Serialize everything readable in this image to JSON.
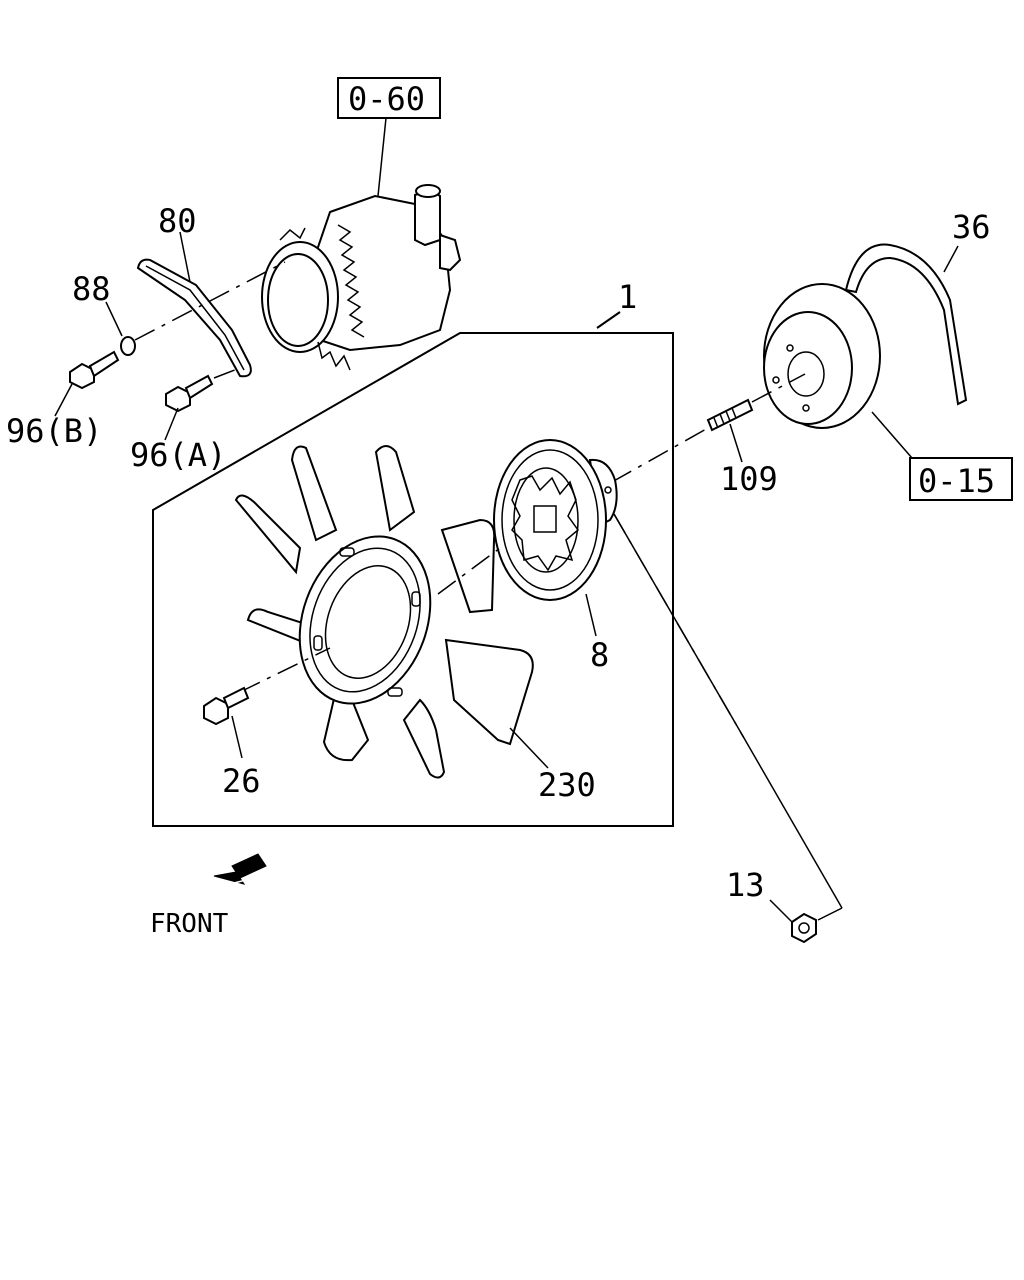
{
  "callouts": {
    "ref_060": "0-60",
    "ref_015": "0-15",
    "p1": "1",
    "p8": "8",
    "p13": "13",
    "p26": "26",
    "p36": "36",
    "p80": "80",
    "p88": "88",
    "p96a": "96(A)",
    "p96b": "96(B)",
    "p109": "109",
    "p230": "230"
  },
  "front_label": "FRONT",
  "icons": {
    "front_arrow": "front-arrow-icon"
  }
}
